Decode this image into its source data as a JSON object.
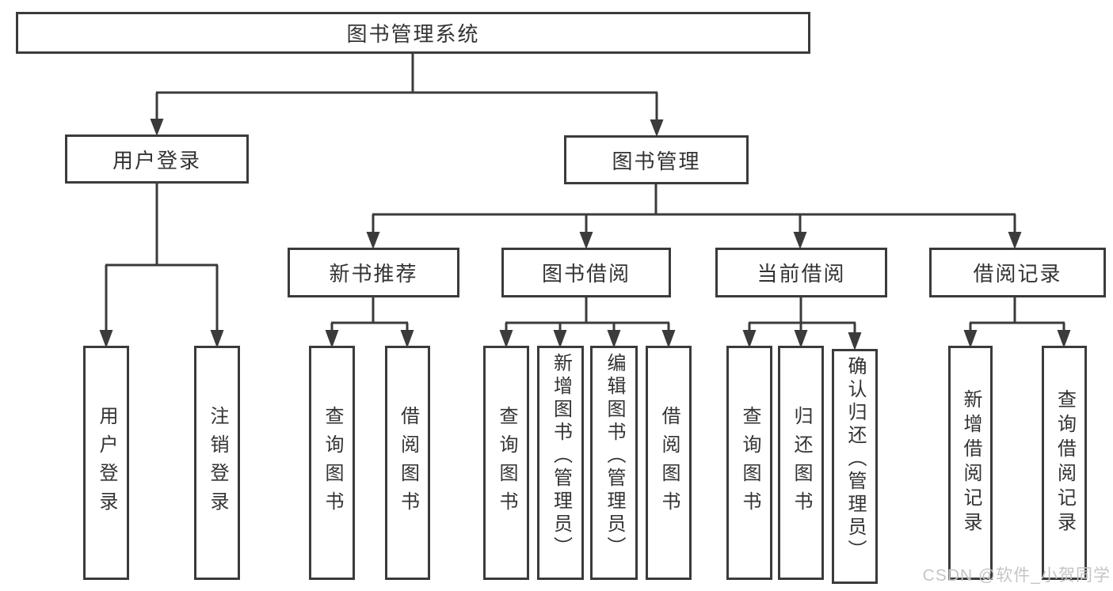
{
  "tree": {
    "label": "图书管理系统",
    "children": [
      {
        "label": "用户登录",
        "children": [
          {
            "label": "用户登录"
          },
          {
            "label": "注销登录"
          }
        ]
      },
      {
        "label": "图书管理",
        "children": [
          {
            "label": "新书推荐",
            "children": [
              {
                "label": "查询图书"
              },
              {
                "label": "借阅图书"
              }
            ]
          },
          {
            "label": "图书借阅",
            "children": [
              {
                "label": "查询图书"
              },
              {
                "label": "新增图书（管理员）"
              },
              {
                "label": "编辑图书（管理员）"
              },
              {
                "label": "借阅图书"
              }
            ]
          },
          {
            "label": "当前借阅",
            "children": [
              {
                "label": "查询图书"
              },
              {
                "label": "归还图书"
              },
              {
                "label": "确认归还（管理员）"
              }
            ]
          },
          {
            "label": "借阅记录",
            "children": [
              {
                "label": "新增借阅记录"
              },
              {
                "label": "查询借阅记录"
              }
            ]
          }
        ]
      }
    ]
  },
  "watermark": {
    "text": "CSDN @软件_小贺同学"
  },
  "colors": {
    "line": "#3b3b3b",
    "text": "#333333",
    "watermark": "#c5c5c5",
    "background": "#ffffff"
  }
}
